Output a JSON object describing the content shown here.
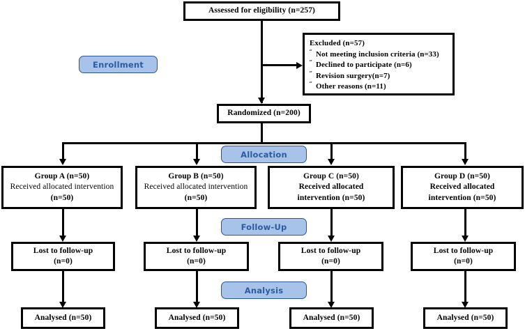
{
  "diagram": {
    "title": "CONSORT participant flow diagram",
    "colors": {
      "box_border": "#000000",
      "box_fill": "#ffffff",
      "badge_fill": "#a8c3ea",
      "badge_border": "#2a5699",
      "badge_text": "#2e5b9e",
      "connector": "#000000"
    },
    "stages": [
      {
        "key": "enrollment",
        "label": "Enrollment"
      },
      {
        "key": "allocation",
        "label": "Allocation"
      },
      {
        "key": "followup",
        "label": "Follow-Up"
      },
      {
        "key": "analysis",
        "label": "Analysis"
      }
    ],
    "assessed": {
      "line1": "Assessed for eligibility  (n=257)"
    },
    "excluded": {
      "heading": "Excluded (n=57)",
      "bullet_glyph": "˝",
      "items": [
        "Not meeting inclusion criteria (n=33)",
        " Declined to participate (n=6)",
        "Revision surgery(n=7)",
        "Other reasons (n=11)"
      ]
    },
    "randomized": {
      "line1": "Randomized  (n=200)"
    },
    "allocation_groups": [
      {
        "key": "group-a",
        "line1": "Group A (n=50)",
        "line2": "Received  allocated  intervention",
        "line3": "(n=50)",
        "body_bold": false
      },
      {
        "key": "group-b",
        "line1": "Group B (n=50)",
        "line2": "Received  allocated  intervention",
        "line3": "(n=50)",
        "body_bold": false
      },
      {
        "key": "group-c",
        "line1": "Group  C (n=50)",
        "line2": "Received allocated",
        "line3": "intervention  (n=50)",
        "body_bold": true
      },
      {
        "key": "group-d",
        "line1": "Group  D (n=50)",
        "line2": "Received allocated",
        "line3": "intervention  (n=50)",
        "body_bold": true
      }
    ],
    "followup_boxes": [
      {
        "key": "lost-a",
        "line1": "Lost to follow-up",
        "line2": "(n=0)"
      },
      {
        "key": "lost-b",
        "line1": "Lost to follow-up",
        "line2": "(n=0)"
      },
      {
        "key": "lost-c",
        "line1": "Lost to follow-up",
        "line2": "(n=0)"
      },
      {
        "key": "lost-d",
        "line1": "Lost to follow-up",
        "line2": "(n=0)"
      }
    ],
    "analysis_boxes": [
      {
        "key": "analysed-a",
        "line1": "Analysed (n=50)"
      },
      {
        "key": "analysed-b",
        "line1": "Analysed (n=50)"
      },
      {
        "key": "analysed-c",
        "line1": "Analysed (n=50)"
      },
      {
        "key": "analysed-d",
        "line1": "Analysed (n=50)"
      }
    ]
  }
}
